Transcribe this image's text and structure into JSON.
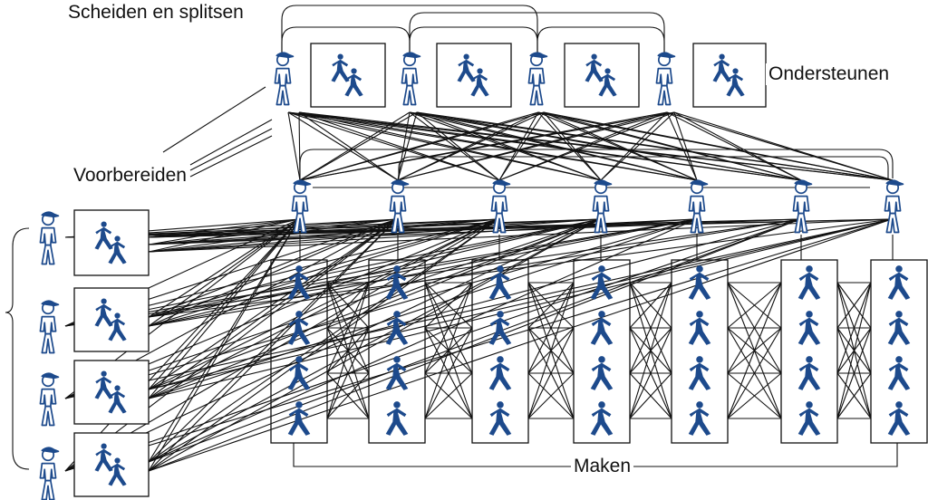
{
  "labels": {
    "split": "Scheiden en splitsen",
    "support": "Ondersteunen",
    "prepare": "Voorbereiden",
    "make": "Maken"
  },
  "colors": {
    "figure_fill": "#1d4a8c",
    "outline": "#1d4a8c",
    "line": "#111111"
  },
  "icons": {
    "worker": "worker-with-cap-icon",
    "pair": "walking-pair-icon",
    "person": "person-icon"
  }
}
